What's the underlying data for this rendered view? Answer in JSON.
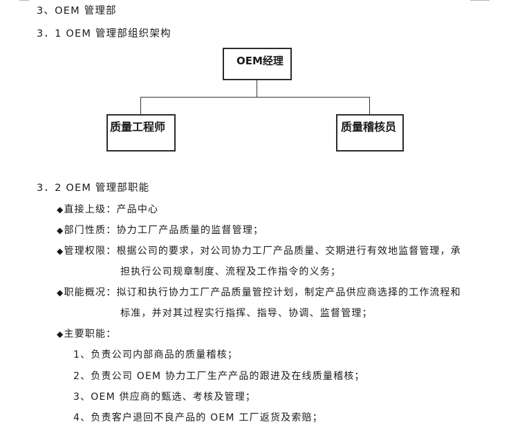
{
  "section": {
    "heading": "3、OEM 管理部",
    "sub1": "3．1 OEM 管理部组织架构",
    "sub2": "3．2 OEM 管理部职能"
  },
  "org_chart": {
    "root": "OEM经理",
    "children": [
      "质量工程师",
      "质量稽核员"
    ]
  },
  "functions": {
    "bullet_glyph": "◆",
    "items": [
      {
        "label": "直接上级：",
        "text": "产品中心"
      },
      {
        "label": "部门性质：",
        "text": "协力工厂产品质量的监督管理；"
      },
      {
        "label": "管理权限：",
        "text": "根据公司的要求，对公司协力工厂产品质量、交期进行有效地监督管理，承",
        "cont": "担执行公司规章制度、流程及工作指令的义务；"
      },
      {
        "label": "职能概况：",
        "text": "拟订和执行协力工厂产品质量管控计划，制定产品供应商选择的工作流程和",
        "cont": "标准，并对其过程实行指挥、指导、协调、监督管理；"
      },
      {
        "label": "主要职能：",
        "text": ""
      }
    ],
    "main_duties": [
      "1、负责公司内部商品的质量稽核；",
      "2、负责公司 OEM 协力工厂生产产品的跟进及在线质量稽核；",
      "3、OEM 供应商的甄选、考核及管理；",
      "4、负责客户退回不良产品的 OEM 工厂返货及索赔；"
    ]
  }
}
